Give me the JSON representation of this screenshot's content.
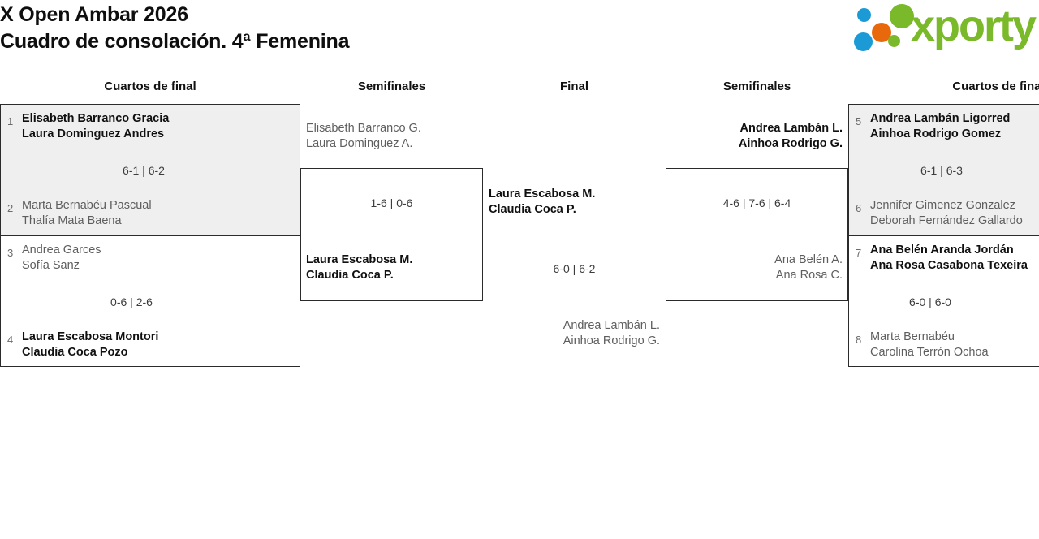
{
  "header": {
    "title_line1": "X Open Ambar 2026",
    "title_line2": "Cuadro de consolación. 4ª Femenina",
    "logo_text": "xporty",
    "logo_colors": {
      "green": "#7ab929",
      "blue": "#1b9ad6",
      "orange": "#e8690b"
    }
  },
  "rounds": {
    "qf_left": "Cuartos de final",
    "sf_left": "Semifinales",
    "final": "Final",
    "sf_right": "Semifinales",
    "qf_right": "Cuartos de final"
  },
  "colors": {
    "winner_text": "#101010",
    "loser_text": "#5e5e5e",
    "seed_text": "#6b6b6b",
    "box_border": "#2b2b2b",
    "box_shaded_bg": "#efefef",
    "page_bg": "#ffffff"
  },
  "bracket": {
    "quarterfinals_left": [
      {
        "shaded": true,
        "top": {
          "seed": "1",
          "line1": "Elisabeth Barranco Gracia",
          "line2": "Laura Dominguez Andres",
          "result": "winner"
        },
        "bottom": {
          "seed": "2",
          "line1": "Marta Bernabéu Pascual",
          "line2": "Thalía Mata Baena",
          "result": "loser"
        },
        "score": "6-1 | 6-2"
      },
      {
        "shaded": false,
        "top": {
          "seed": "3",
          "line1": "Andrea Garces",
          "line2": "Sofía Sanz",
          "result": "loser"
        },
        "bottom": {
          "seed": "4",
          "line1": "Laura Escabosa Montori",
          "line2": "Claudia Coca Pozo",
          "result": "winner"
        },
        "score": "0-6 | 2-6"
      }
    ],
    "semifinal_left": {
      "top": {
        "line1": "Elisabeth Barranco G.",
        "line2": "Laura Dominguez A.",
        "result": "loser"
      },
      "bottom": {
        "line1": "Laura Escabosa M.",
        "line2": "Claudia Coca P.",
        "result": "winner"
      },
      "score": "1-6 | 0-6"
    },
    "final": {
      "top": {
        "line1": "Laura Escabosa M.",
        "line2": "Claudia Coca P.",
        "result": "winner"
      },
      "bottom": {
        "line1": "Andrea Lambán L.",
        "line2": "Ainhoa Rodrigo G.",
        "result": "loser"
      },
      "score": "6-0 | 6-2"
    },
    "semifinal_right": {
      "top": {
        "line1": "Andrea Lambán L.",
        "line2": "Ainhoa Rodrigo G.",
        "result": "winner"
      },
      "bottom": {
        "line1": "Ana Belén A.",
        "line2": "Ana Rosa C.",
        "result": "loser"
      },
      "score": "4-6 | 7-6 | 6-4"
    },
    "quarterfinals_right": [
      {
        "shaded": true,
        "top": {
          "seed": "5",
          "line1": "Andrea Lambán Ligorred",
          "line2": "Ainhoa Rodrigo Gomez",
          "result": "winner"
        },
        "bottom": {
          "seed": "6",
          "line1": "Jennifer Gimenez Gonzalez",
          "line2": "Deborah Fernández Gallardo",
          "result": "loser"
        },
        "score": "6-1 | 6-3"
      },
      {
        "shaded": false,
        "top": {
          "seed": "7",
          "line1": "Ana Belén Aranda Jordán",
          "line2": "Ana Rosa Casabona Texeira",
          "result": "winner"
        },
        "bottom": {
          "seed": "8",
          "line1": "Marta Bernabéu",
          "line2": "Carolina Terrón Ochoa",
          "result": "loser"
        },
        "score": "6-0 | 6-0"
      }
    ]
  }
}
